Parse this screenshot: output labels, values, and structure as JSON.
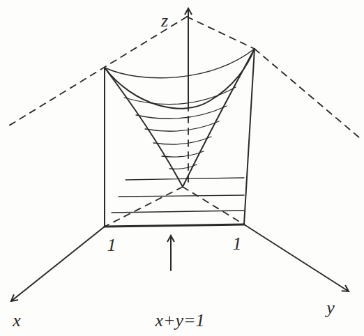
{
  "diagram": {
    "labels": [
      "z",
      "1",
      "1",
      "x",
      "x+y=1",
      "y"
    ]
  }
}
